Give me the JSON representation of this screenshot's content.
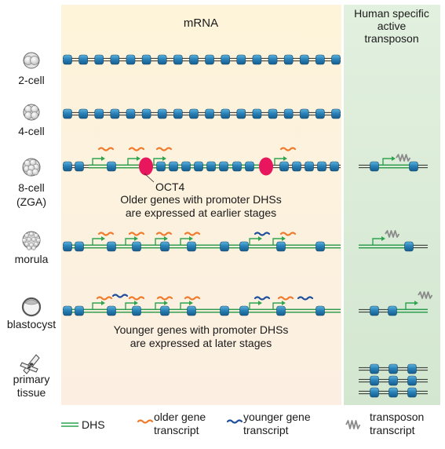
{
  "panels": {
    "mrna_title": "mRNA",
    "transposon_title_lines": [
      "Human specific",
      "active",
      "transposon"
    ]
  },
  "stages": [
    {
      "id": "2-cell",
      "label_lines": [
        "2-cell"
      ]
    },
    {
      "id": "4-cell",
      "label_lines": [
        "4-cell"
      ]
    },
    {
      "id": "8-cell",
      "label_lines": [
        "8-cell",
        "(ZGA)"
      ]
    },
    {
      "id": "morula",
      "label_lines": [
        "morula"
      ]
    },
    {
      "id": "blastocyst",
      "label_lines": [
        "blastocyst"
      ]
    },
    {
      "id": "primary-tissue",
      "label_lines": [
        "primary",
        "tissue"
      ]
    }
  ],
  "annotations": {
    "oct4": "OCT4",
    "older_statement": [
      "Older genes with promoter DHSs",
      "are expressed at earlier stages"
    ],
    "younger_statement": [
      "Younger genes with promoter DHSs",
      "are expressed at later stages"
    ]
  },
  "legend": {
    "dhs": "DHS",
    "older": [
      "older gene",
      "transcript"
    ],
    "younger": [
      "younger gene",
      "transcript"
    ],
    "transposon": [
      "transposon",
      "transcript"
    ]
  },
  "colors": {
    "panel_mrna_top": "#fdf4da",
    "panel_mrna_bottom": "#fcefe0",
    "panel_transposon_top": "#dfeedd",
    "panel_transposon_bottom": "#d6e8d3",
    "dna": "#2a2a2a",
    "dhs": "#2ea44f",
    "nucleosome": "#1f6fa3",
    "nucleosome_light": "#4fa3d1",
    "arrow": "#2ea44f",
    "older_transcript": "#f07b2c",
    "younger_transcript": "#1f4e9c",
    "transposon_transcript": "#8a8a8a",
    "oct4": "#e8175d"
  }
}
